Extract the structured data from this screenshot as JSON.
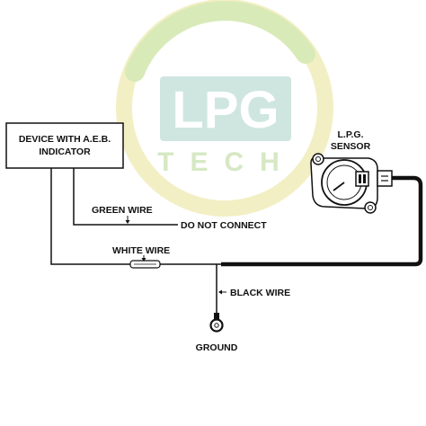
{
  "watermark": {
    "brand": "LPG",
    "sub": "TECH",
    "colors": {
      "ring_green": "#d8eab8",
      "ring_yellow": "#f3efc4",
      "box": "#cfe6e0",
      "text": "#ffffff",
      "sub_text": "#d6e8c4"
    }
  },
  "device": {
    "line1": "DEVICE WITH A.E.B.",
    "line2": "INDICATOR"
  },
  "sensor": {
    "line1": "L.P.G.",
    "line2": "SENSOR"
  },
  "wires": {
    "green": "GREEN WIRE",
    "do_not_connect": "DO NOT CONNECT",
    "white": "WHITE WIRE",
    "black": "BLACK WIRE",
    "ground": "GROUND"
  },
  "colors": {
    "line": "#111111",
    "background": "#ffffff"
  }
}
